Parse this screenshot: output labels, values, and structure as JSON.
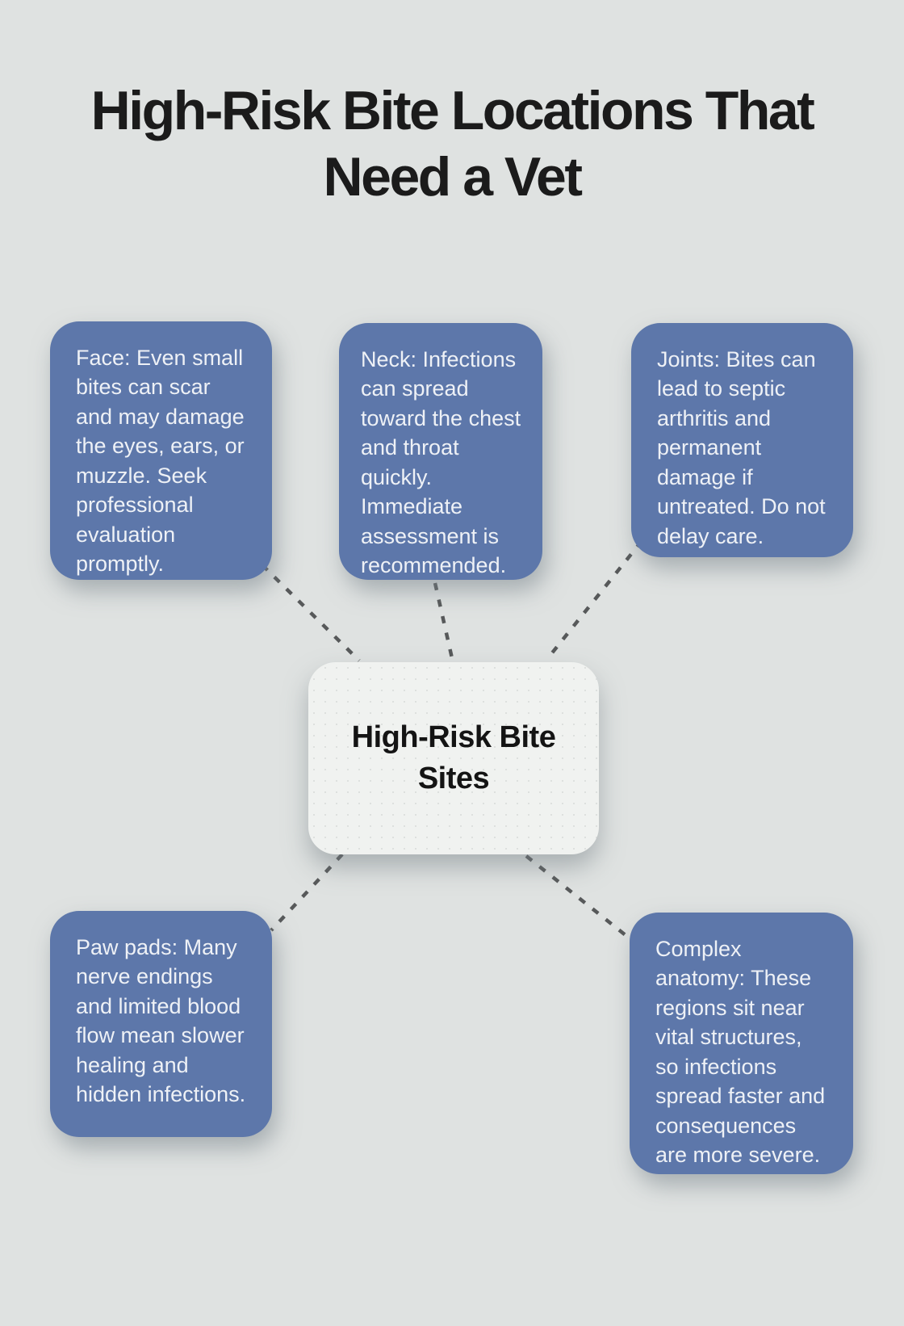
{
  "title": "High-Risk Bite Locations That Need a Vet",
  "center_node": {
    "label": "High-Risk Bite Sites"
  },
  "branches": [
    {
      "name": "face",
      "text": "Face: Even small bites can scar and may damage the eyes, ears, or muzzle. Seek professional evaluation promptly."
    },
    {
      "name": "neck",
      "text": "Neck: Infections can spread toward the chest and throat quickly. Immediate assessment is recommended."
    },
    {
      "name": "joints",
      "text": "Joints: Bites can lead to septic arthritis and permanent damage if untreated. Do not delay care."
    },
    {
      "name": "paw-pads",
      "text": "Paw pads: Many nerve endings and limited blood flow mean slower healing and hidden infections."
    },
    {
      "name": "complex-anatomy",
      "text": "Complex anatomy: These regions sit near vital structures, so infections spread faster and consequences are more severe."
    }
  ],
  "colors": {
    "background": "#dfe2e1",
    "node_fill": "#5d77aa",
    "node_text": "#eef1f6",
    "center_fill": "#f0f2f0",
    "center_dot": "#dde0de",
    "center_text": "#141414",
    "title_text": "#1b1b1b",
    "connector": "#57595a"
  }
}
